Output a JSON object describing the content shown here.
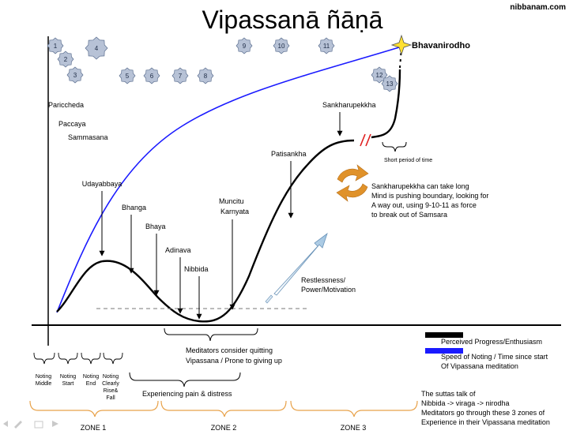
{
  "title": "Vipassanā ñāṇā",
  "site": "nibbanam.com",
  "summit": "Bhavanirodho",
  "nanas": [
    "1",
    "2",
    "3",
    "4",
    "5",
    "6",
    "7",
    "8",
    "9",
    "10",
    "11",
    "12",
    "13"
  ],
  "stage_labels": {
    "pariccheda": "Pariccheda",
    "paccaya": "Paccaya",
    "sammasana": "Sammasana",
    "udayabbaya": "Udayabbaya",
    "bhanga": "Bhanga",
    "bhaya": "Bhaya",
    "adinava": "Adinava",
    "nibbida": "Nibbida",
    "muncitu_1": "Muncitu",
    "muncitu_2": "Karnyata",
    "patisankha": "Patisankha",
    "sankharupekkha": "Sankharupekkha"
  },
  "short_period": "Short period of time",
  "cycle_note": [
    "Sankharupekkha can take long",
    "Mind is pushing boundary, looking for",
    "A way out, using 9-10-11 as force",
    "to break out of Samsara"
  ],
  "restless": [
    "Restlessness/",
    "Power/Motivation"
  ],
  "quitting": [
    "Meditators consider quitting",
    "Vipassana / Prone to giving up"
  ],
  "noting_stages": [
    [
      "Noting",
      "Middle"
    ],
    [
      "Noting",
      "Start"
    ],
    [
      "Noting",
      "End"
    ],
    [
      "Noting",
      "Clearly",
      "Rise&",
      "Fall"
    ]
  ],
  "pain": "Experiencing pain & distress",
  "zones": [
    "ZONE 1",
    "ZONE 2",
    "ZONE 3"
  ],
  "legend": {
    "black": "Perceived Progress/Enthusiasm",
    "blue": [
      "Speed of Noting / Time since start",
      "Of Vipassana meditation"
    ],
    "black_color": "#000000",
    "blue_color": "#1a1aff"
  },
  "suttas": [
    "The suttas talk of",
    "Nibbida -> viraga -> nirodha",
    "Meditators go through these 3 zones of",
    "Experience in their Vipassana meditation"
  ],
  "colors": {
    "badge_fill": "#b7c2d6",
    "badge_stroke": "#5c6f90",
    "arrow_orange": "#e0922a",
    "brace_orange": "#e8a24a",
    "break_red": "#e02020",
    "star": "#ffe030"
  }
}
